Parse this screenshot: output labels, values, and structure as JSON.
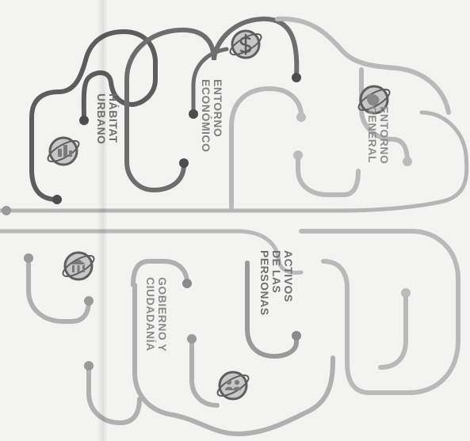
{
  "colors": {
    "background": "#f3f3f1",
    "line_dark": "#5d5d5d",
    "line_mid": "#8e8e8e",
    "line_light": "#b9b9b9",
    "icon_fill": "#c7c7c7"
  },
  "hemispheres": {
    "top": {
      "nodes": [
        {
          "label": "HÁBITAT\nURBANO",
          "icon": "globe-icon"
        },
        {
          "label": "ENTORNO\nECONÓMICO",
          "icon": "globe-dollar-icon"
        },
        {
          "label": "ENTORNO\nGENERAL",
          "icon": "globe-icon"
        }
      ]
    },
    "bottom": {
      "nodes": [
        {
          "label": "ACTIVOS\nDE LAS\nPERSONAS",
          "icon": "globe-people-icon"
        },
        {
          "label": "GOBIERNO Y\nCIUDADANÍA",
          "icon": "globe-building-icon"
        }
      ]
    }
  }
}
